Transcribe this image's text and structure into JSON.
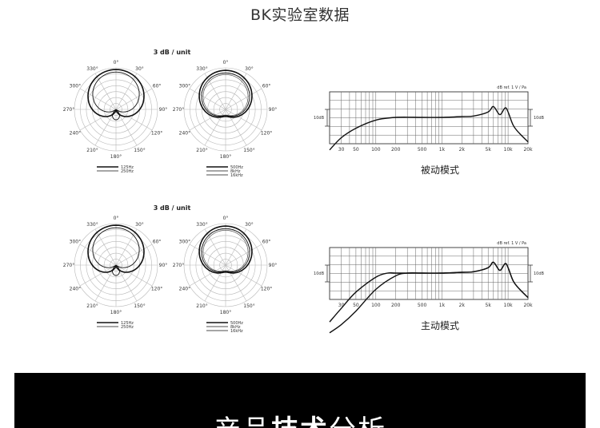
{
  "page": {
    "title": "BK实验室数据"
  },
  "polar": {
    "title": "3 dB / unit",
    "angles": [
      "0°",
      "30°",
      "60°",
      "90°",
      "120°",
      "150°",
      "180°",
      "210°",
      "240°",
      "270°",
      "300°",
      "330°"
    ],
    "legend_left": [
      "125Hz",
      "250Hz"
    ],
    "legend_right": [
      "500Hz",
      "8kHz",
      "16kHz"
    ]
  },
  "freq_chart": {
    "ref_label": "dB ref. 1 V / Pa",
    "scale_label": "10dB",
    "x_ticks": [
      "30",
      "50",
      "100",
      "200",
      "500",
      "1k",
      "2k",
      "5k",
      "10k",
      "20k"
    ],
    "x_tick_values": [
      30,
      50,
      100,
      200,
      500,
      1000,
      2000,
      5000,
      10000,
      20000
    ]
  },
  "panels": {
    "passive": {
      "caption": "被动模式"
    },
    "active": {
      "caption": "主动模式"
    }
  },
  "footer": {
    "part1": "产品",
    "part2": "技术",
    "part3": "分析"
  },
  "chart_data": [
    {
      "type": "line",
      "title": "被动模式",
      "xlabel": "",
      "ylabel": "",
      "x_scale": "log",
      "xlim": [
        20,
        20000
      ],
      "series": [
        {
          "x": [
            20,
            30,
            50,
            100,
            200,
            500,
            1000,
            2000,
            3000,
            5000,
            6000,
            7500,
            9000,
            10000,
            12000,
            15000,
            20000
          ],
          "y": [
            -12,
            -7.5,
            -4,
            -1,
            0,
            0,
            0,
            0.3,
            0.5,
            2,
            4,
            1,
            3.5,
            2,
            -3,
            -6,
            -9
          ]
        }
      ]
    },
    {
      "type": "line",
      "title": "主动模式",
      "xlabel": "",
      "ylabel": "",
      "x_scale": "log",
      "xlim": [
        20,
        20000
      ],
      "series": [
        {
          "x": [
            20,
            30,
            50,
            100,
            150,
            200,
            500,
            1000,
            2000,
            3000,
            5000,
            6000,
            7500,
            9000,
            10000,
            12000,
            15000,
            20000
          ],
          "y": [
            -18,
            -13,
            -7,
            -1.5,
            0,
            0,
            0,
            0,
            0.3,
            0.5,
            2,
            4,
            1,
            3.5,
            2,
            -3,
            -6,
            -9
          ]
        },
        {
          "x": [
            20,
            30,
            50,
            100,
            200,
            300,
            500,
            1000,
            2000,
            3000,
            5000,
            6000,
            7500,
            9000,
            10000,
            12000,
            15000,
            20000
          ],
          "y": [
            -22,
            -19,
            -14,
            -6,
            -1,
            0,
            0,
            0,
            0.3,
            0.5,
            2,
            4,
            1,
            3.5,
            2,
            -3,
            -6,
            -9
          ]
        }
      ]
    }
  ]
}
